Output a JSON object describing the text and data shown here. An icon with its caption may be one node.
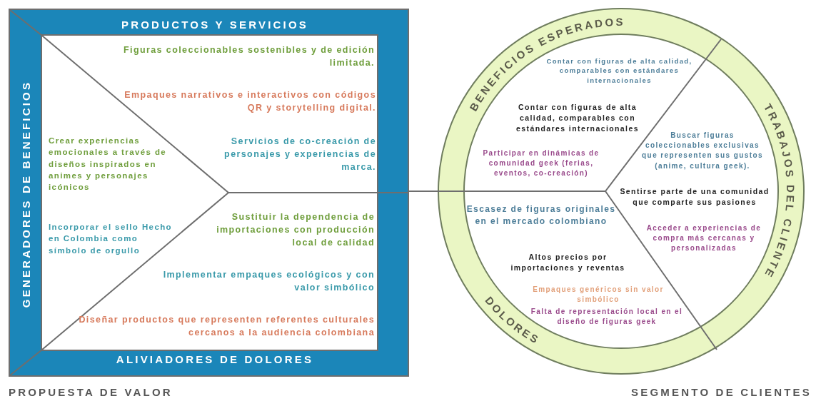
{
  "diagram": {
    "nodes": [
      {
        "text": [
          "PRODUCTOS Y SERVICIOS",
          "GENERADORES DE BENEFICIOS",
          "ALIVIADORES DE DOLORES"
        ],
        "beside": [
          "PROPUESTA DE VALOR"
        ]
      },
      {
        "text": [
          "BENEFICIOS ESPERADOS",
          "TRABAJOS DEL CLIENTE",
          "DOLORES"
        ],
        "beside": [
          "SEGMENTO DE CLIENTES"
        ]
      }
    ],
    "edges": [
      {
        "from": 0,
        "to": 1,
        "arrow": "none"
      }
    ],
    "labels": [
      "Figuras coleccionables sostenibles y de edición limitada.",
      "Empaques narrativos e interactivos con códigos QR y storytelling digital.",
      "Servicios de co-creación de personajes y experiencias de marca.",
      "Crear experiencias emocionales a través de diseños inspirados en animes y personajes icónicos",
      "Incorporar el sello Hecho en Colombia como símbolo de orgullo",
      "Sustituir la dependencia de importaciones con producción local de calidad",
      "Implementar empaques ecológicos y con valor simbólico",
      "Diseñar productos que representen referentes culturales cercanos a la audiencia colombiana",
      "Contar con figuras de alta calidad, comparables con estándares internacionales",
      "Contar con figuras de alta calidad, comparables con estándares internacionales",
      "Participar en dinámicas de comunidad geek (ferias, eventos, co-creación)",
      "Buscar figuras coleccionables exclusivas que representen sus gustos (anime, cultura geek).",
      "Sentirse parte de una comunidad que comparte sus pasiones",
      "Acceder a experiencias de compra más cercanas y personalizadas",
      "Escasez de figuras originales en el mercado colombiano",
      "Altos precios por importaciones y reventas",
      "Empaques genéricos sin valor simbólico",
      "Falta de representación local en el diseño de figuras geek"
    ]
  }
}
